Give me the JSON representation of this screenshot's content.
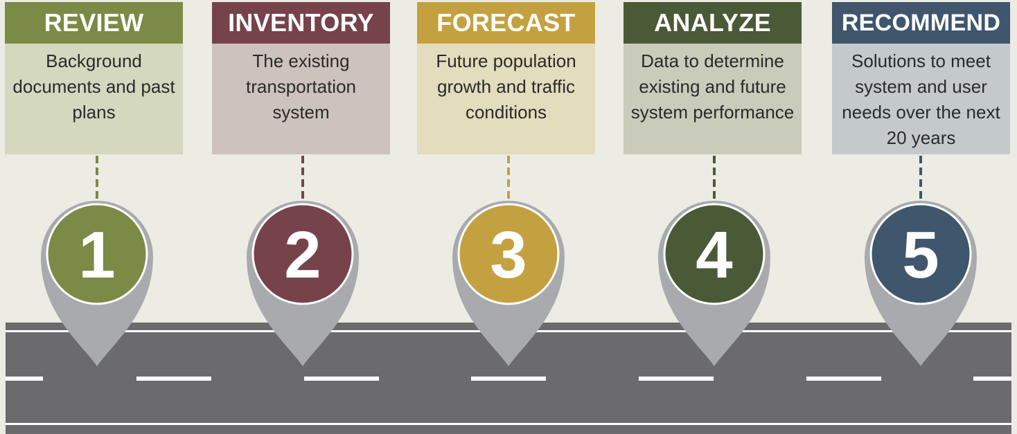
{
  "steps": [
    {
      "number": "1",
      "title": "REVIEW",
      "lines": [
        "Background",
        "documents and past",
        "plans"
      ],
      "header_color": "#7b8a45",
      "body_color": "#d3d8bf",
      "circle_color": "#7b8a45",
      "connector_color": "#7b8a45"
    },
    {
      "number": "2",
      "title": "INVENTORY",
      "lines": [
        "The existing",
        "transportation",
        "system"
      ],
      "header_color": "#76434b",
      "body_color": "#cdc2bd",
      "circle_color": "#76434b",
      "connector_color": "#76434b"
    },
    {
      "number": "3",
      "title": "FORECAST",
      "lines": [
        "Future population",
        "growth and traffic",
        "conditions"
      ],
      "header_color": "#c4a140",
      "body_color": "#e3dcbd",
      "circle_color": "#c4a140",
      "connector_color": "#c4a140"
    },
    {
      "number": "4",
      "title": "ANALYZE",
      "lines": [
        "Data to determine",
        "existing and future",
        "system performance"
      ],
      "header_color": "#4a5a36",
      "body_color": "#c9cbbb",
      "circle_color": "#4a5a36",
      "connector_color": "#4a5a36"
    },
    {
      "number": "5",
      "title": "RECOMMEND",
      "lines": [
        "Solutions to meet",
        "system and user",
        "needs over the next",
        "20 years"
      ],
      "header_color": "#3f566d",
      "body_color": "#c4cacc",
      "circle_color": "#3f566d",
      "connector_color": "#3f566d"
    }
  ],
  "road": {
    "surface_color": "#6b6b6d",
    "line_color": "#ffffff"
  },
  "pin_color": "#a9aaad"
}
